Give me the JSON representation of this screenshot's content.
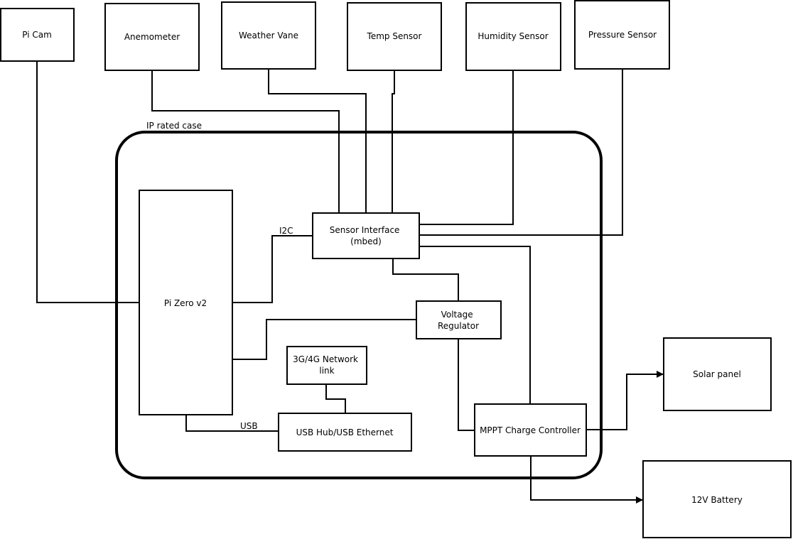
{
  "case_label": "IP rated case",
  "external_blocks": {
    "pi_cam": "Pi Cam",
    "anemometer": "Anemometer",
    "weather_vane": "Weather Vane",
    "temp_sensor": "Temp Sensor",
    "humidity_sensor": "Humidity Sensor",
    "pressure_sensor": "Pressure Sensor",
    "solar_panel": "Solar panel",
    "battery": "12V Battery"
  },
  "internal_blocks": {
    "pi_zero": "Pi Zero v2",
    "sensor_interface": [
      "Sensor Interface",
      "(mbed)"
    ],
    "voltage_regulator": [
      "Voltage",
      "Regulator"
    ],
    "network_link": [
      "3G/4G Network",
      "link"
    ],
    "usb_hub": "USB Hub/USB Ethernet",
    "mppt": "MPPT Charge Controller"
  },
  "connection_labels": {
    "i2c": "I2C",
    "usb": "USB"
  }
}
